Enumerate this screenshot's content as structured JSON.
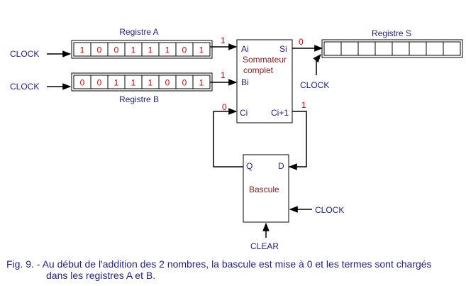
{
  "register_a": {
    "title": "Registre  A",
    "bits": [
      "1",
      "0",
      "0",
      "1",
      "1",
      "1",
      "0",
      "1"
    ]
  },
  "register_b": {
    "title": "Registre  B",
    "bits": [
      "0",
      "0",
      "1",
      "1",
      "1",
      "0",
      "0",
      "1"
    ]
  },
  "register_s": {
    "title": "Registre  S",
    "bits": [
      "",
      "",
      "",
      "",
      "",
      "",
      "",
      ""
    ]
  },
  "adder": {
    "name_line1": "Sommateur",
    "name_line2": "complet",
    "in_a": "Ai",
    "in_b": "Bi",
    "in_c": "Ci",
    "out_s": "Si",
    "out_c": "Ci+1"
  },
  "flipflop": {
    "name": "Bascule",
    "q": "Q",
    "d": "D"
  },
  "clock_label": "CLOCK",
  "clear_label": "CLEAR",
  "signals": {
    "ai": "1",
    "bi": "1",
    "ci": "0",
    "si": "0",
    "ci1": "1"
  },
  "caption": {
    "line1": "Fig. 9. - Au début de l'addition des 2 nombres, la bascule est mise à 0 et les termes sont chargés",
    "line2": "dans les registres A et B."
  },
  "colors": {
    "text": "#1f1f8f",
    "bits": "#e00000",
    "block": "#8b1a1a",
    "line": "#000000"
  }
}
